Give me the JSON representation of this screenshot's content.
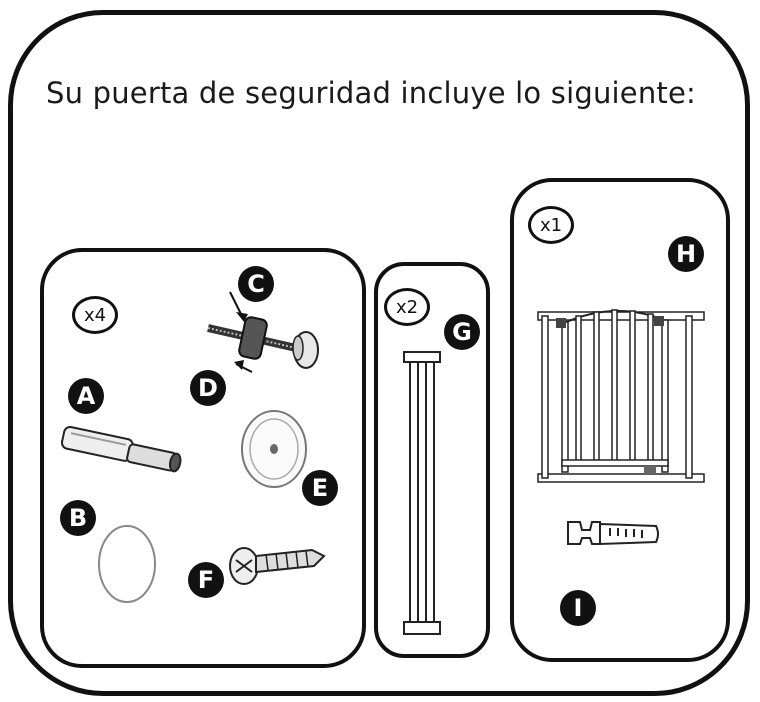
{
  "heading": "Su puerta de seguridad incluye lo siguiente:",
  "groups": {
    "small_parts": {
      "quantity": "x4"
    },
    "extensions": {
      "quantity": "x2"
    },
    "gate": {
      "quantity": "x1"
    }
  },
  "parts": {
    "a": "A",
    "b": "B",
    "c": "C",
    "d": "D",
    "e": "E",
    "f": "F",
    "g": "G",
    "h": "H",
    "i": "I"
  }
}
